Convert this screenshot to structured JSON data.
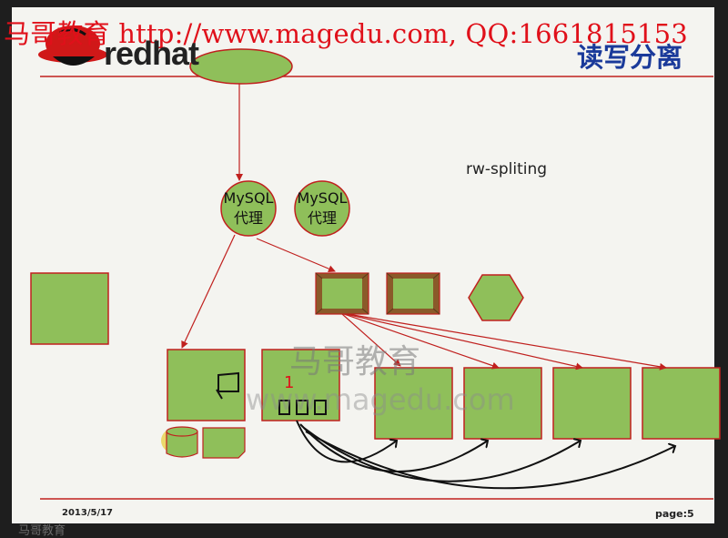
{
  "header": {
    "watermark": "马哥教育 http://www.magedu.com, QQ:1661815153",
    "logo_text": "redhat",
    "title": "读写分离"
  },
  "diagram": {
    "annotation": "rw-spliting",
    "proxies": [
      {
        "line1": "MySQL",
        "line2": "代理"
      },
      {
        "line1": "MySQL",
        "line2": "代理"
      }
    ],
    "center_watermark": "马哥教育",
    "center_watermark_2": "www.magedu.com",
    "note_mark": "1"
  },
  "footer": {
    "date": "2013/5/17",
    "page_label": "page:5",
    "bottom_watermark": "马哥教育"
  },
  "colors": {
    "shape_fill": "#8fbf5a",
    "shape_stroke": "#c0201e",
    "arrow": "#c0201e",
    "title": "#1a3a9a"
  }
}
